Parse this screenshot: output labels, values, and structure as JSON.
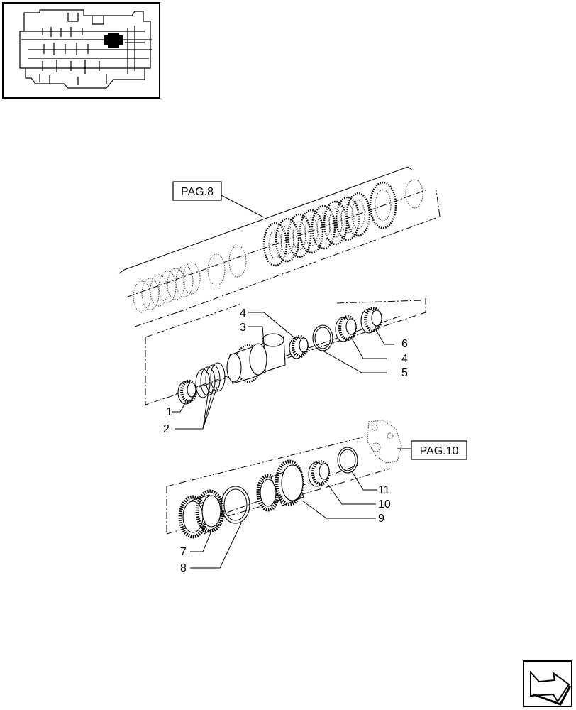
{
  "references": {
    "pag8": "PAG.8",
    "pag10": "PAG.10"
  },
  "callouts": {
    "c1": "1",
    "c2": "2",
    "c3": "3",
    "c4a": "4",
    "c4b": "4",
    "c5": "5",
    "c6": "6",
    "c7": "7",
    "c8": "8",
    "c9": "9",
    "c10": "10",
    "c11": "11"
  },
  "icons": {
    "thumbnail": "transmission-locator-thumbnail",
    "nav": "next-page-arrow-icon"
  }
}
